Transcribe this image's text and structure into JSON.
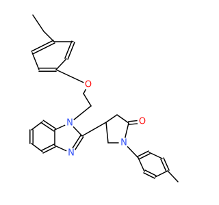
{
  "structure": {
    "atoms": {
      "O1": {
        "symbol": "O",
        "color": "#ff0d0d"
      },
      "N1": {
        "symbol": "N",
        "color": "#3050f8"
      },
      "N3": {
        "symbol": "N",
        "color": "#3050f8"
      },
      "Nlac": {
        "symbol": "N",
        "color": "#3050f8"
      },
      "Olac": {
        "symbol": "O",
        "color": "#ff0d0d"
      }
    },
    "bond_color": "#000000"
  }
}
